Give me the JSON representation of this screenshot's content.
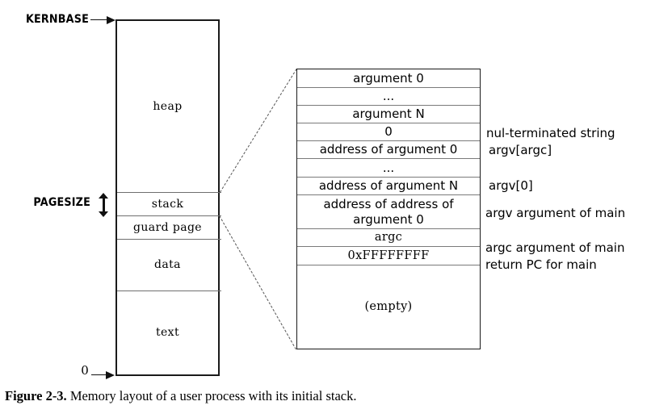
{
  "figure": {
    "caption_label": "Figure 2-3.",
    "caption_text": "Memory layout of a user process with its initial stack."
  },
  "memory_layout": {
    "top_marker": "KERNBASE",
    "bottom_marker": "0",
    "gap_marker": "PAGESIZE",
    "segments": [
      {
        "label": "heap"
      },
      {
        "label": "stack"
      },
      {
        "label": "guard page"
      },
      {
        "label": "data"
      },
      {
        "label": "text"
      }
    ]
  },
  "stack_detail": {
    "rows": [
      {
        "text": "argument 0",
        "style": "sans"
      },
      {
        "text": "...",
        "style": "sans"
      },
      {
        "text": "argument N",
        "style": "sans"
      },
      {
        "text": "0",
        "style": "sans"
      },
      {
        "text": "address of argument 0",
        "style": "sans"
      },
      {
        "text": "...",
        "style": "sans"
      },
      {
        "text": "address of argument N",
        "style": "sans"
      },
      {
        "text": "address of address of argument 0",
        "style": "sans"
      },
      {
        "text": "argc",
        "style": "serif"
      },
      {
        "text": "0xFFFFFFFF",
        "style": "serif"
      },
      {
        "text": "(empty)",
        "style": "serif"
      }
    ],
    "annotations": [
      {
        "text": "nul-terminated string"
      },
      {
        "text": "argv[argc]"
      },
      {
        "text": "argv[0]"
      },
      {
        "text": "argv argument of main"
      },
      {
        "text": "argc argument of main"
      },
      {
        "text": "return PC for main"
      }
    ]
  },
  "colors": {
    "outline": "#1a1a1a",
    "divider": "#7a7a7a",
    "dashed": "#555555",
    "background": "#ffffff"
  }
}
